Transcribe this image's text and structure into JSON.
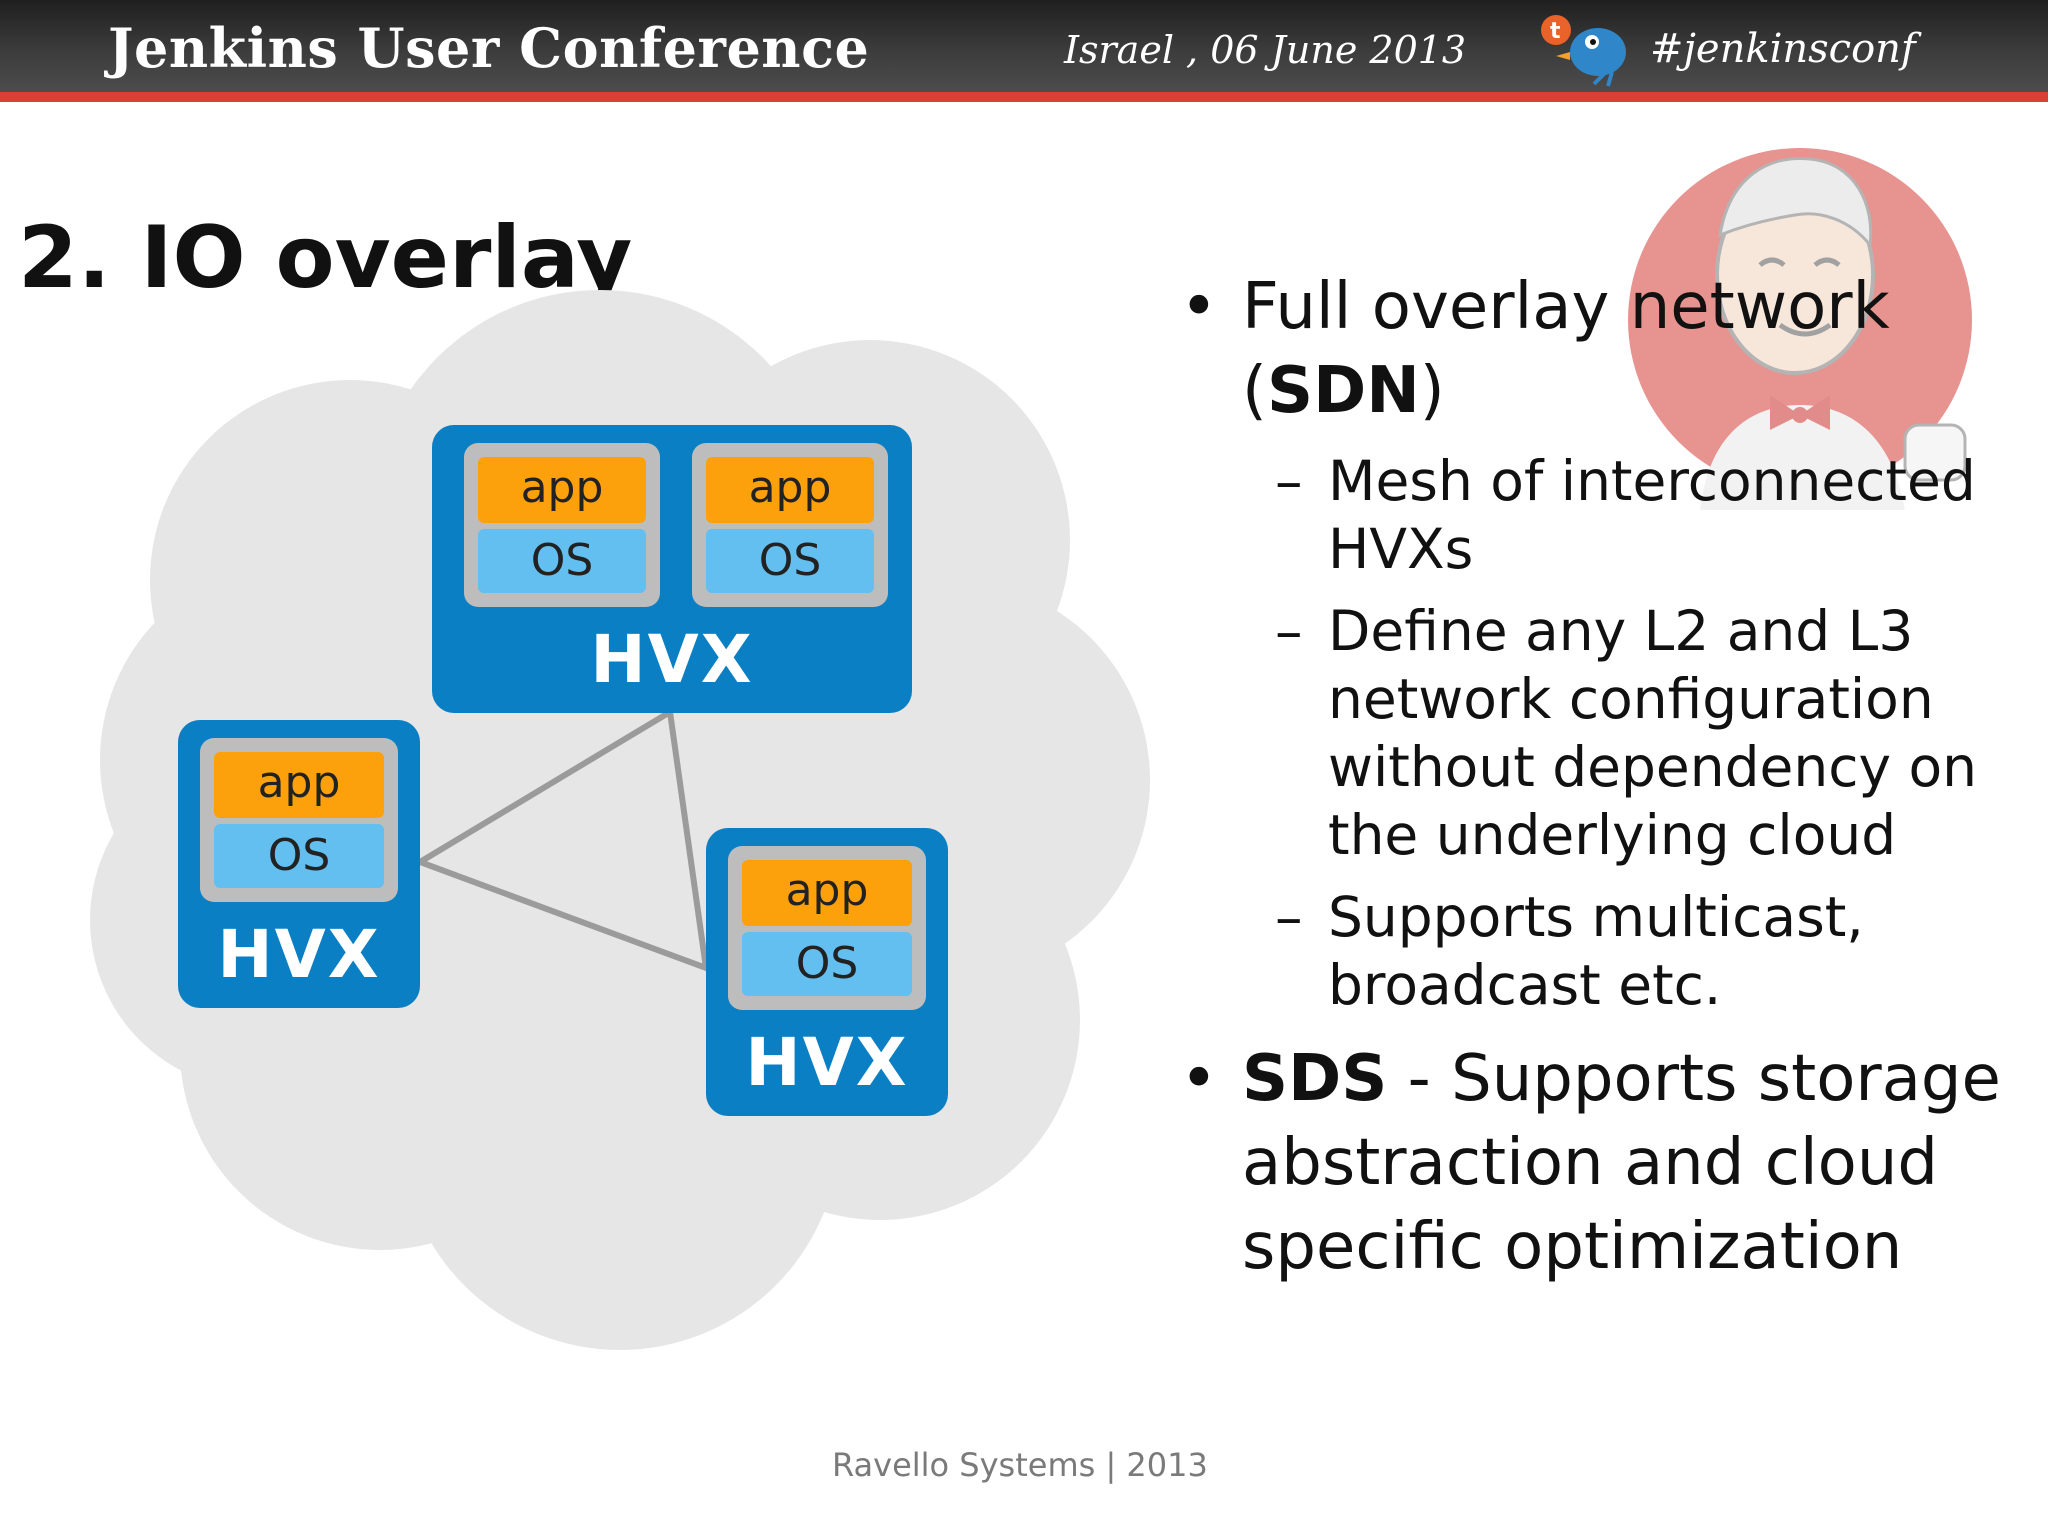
{
  "header": {
    "title": "Jenkins User Conference",
    "date": "Israel ,  06 June  2013",
    "hashtag": "#jenkinsconf",
    "accent_color": "#d8413a"
  },
  "slide": {
    "title": "2. IO overlay"
  },
  "diagram": {
    "nodes": [
      {
        "label": "HVX",
        "vms": [
          {
            "app": "app",
            "os": "OS"
          },
          {
            "app": "app",
            "os": "OS"
          }
        ]
      },
      {
        "label": "HVX",
        "vms": [
          {
            "app": "app",
            "os": "OS"
          }
        ]
      },
      {
        "label": "HVX",
        "vms": [
          {
            "app": "app",
            "os": "OS"
          }
        ]
      }
    ],
    "colors": {
      "hvx": "#0a7fc3",
      "app": "#fca10b",
      "os": "#63bfef",
      "cloud": "#e6e6e6"
    }
  },
  "bullets": {
    "sdn": {
      "text_before": "Full overlay network (",
      "strong": "SDN",
      "text_after": ")",
      "sub": [
        "Mesh of interconnected HVXs",
        "Define any L2 and L3 network configuration without dependency on the underlying cloud",
        "Supports multicast, broadcast etc."
      ]
    },
    "sds": {
      "strong": "SDS",
      "text_after": " - Supports storage abstraction and cloud specific optimization"
    },
    "bullet_mark": "•",
    "dash_mark": "–"
  },
  "footer": {
    "text": "Ravello Systems   |  2013"
  }
}
